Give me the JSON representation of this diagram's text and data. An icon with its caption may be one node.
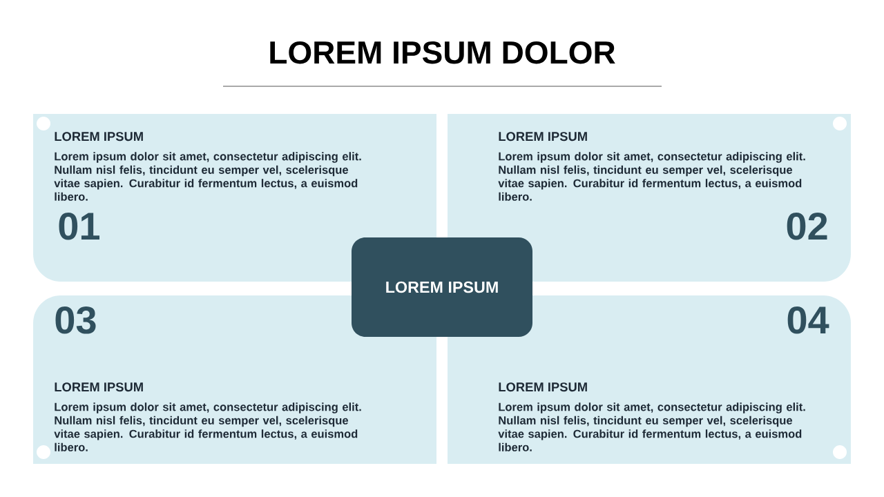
{
  "diagram": {
    "title": "LOREM IPSUM DOLOR",
    "nodes": [
      {
        "text": [
          "LOREM IPSUM",
          "Lorem ipsum dolor sit amet, consectetur adipiscing elit. Nullam nisl felis, tincidunt eu semper vel, scelerisque vitae sapien. Curabitur id fermentum lectus, a euismod libero.",
          "01"
        ]
      },
      {
        "text": [
          "LOREM IPSUM",
          "Lorem ipsum dolor sit amet, consectetur adipiscing elit. Nullam nisl felis, tincidunt eu semper vel, scelerisque vitae sapien. Curabitur id fermentum lectus, a euismod libero.",
          "02"
        ]
      },
      {
        "text": [
          "LOREM IPSUM"
        ]
      },
      {
        "text": [
          "03",
          "LOREM IPSUM",
          "Lorem ipsum dolor sit amet, consectetur adipiscing elit. Nullam nisl felis, tincidunt eu semper vel, scelerisque vitae sapien. Curabitur id fermentum lectus, a euismod libero."
        ]
      },
      {
        "text": [
          "04",
          "LOREM IPSUM",
          "Lorem ipsum dolor sit amet, consectetur adipiscing elit. Nullam nisl felis, tincidunt eu semper vel, scelerisque vitae sapien. Curabitur id fermentum lectus, a euismod libero."
        ]
      }
    ]
  }
}
